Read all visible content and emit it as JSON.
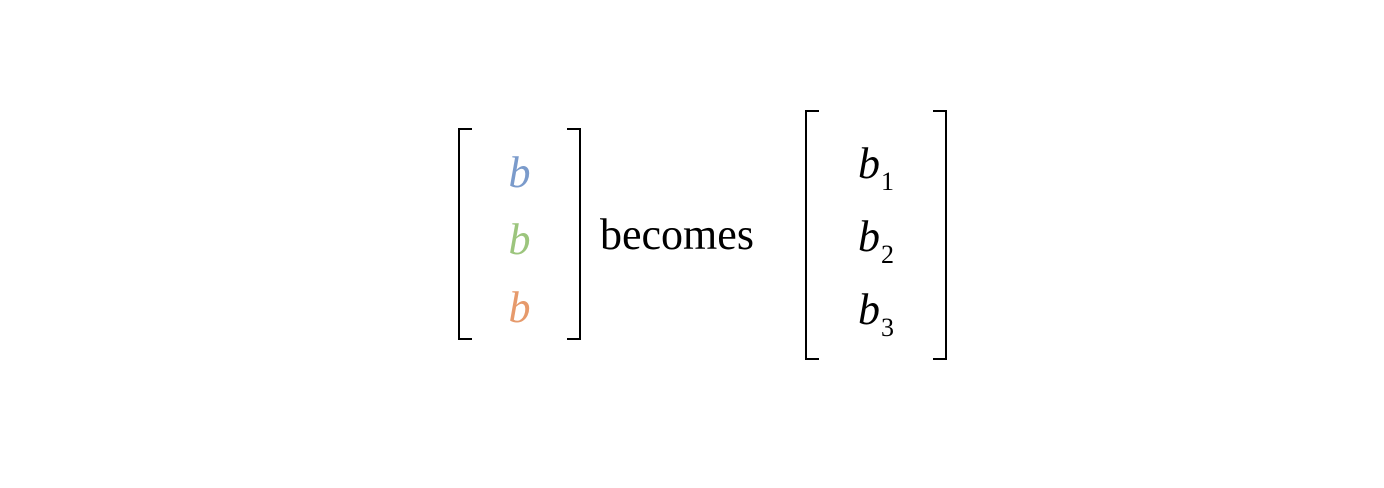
{
  "left_matrix": {
    "entries": [
      {
        "symbol": "b",
        "color": "#7b9bcb"
      },
      {
        "symbol": "b",
        "color": "#9cc57d"
      },
      {
        "symbol": "b",
        "color": "#e69a6c"
      }
    ]
  },
  "connector_text": "becomes",
  "right_matrix": {
    "entries": [
      {
        "symbol": "b",
        "subscript": "1",
        "color": "#000000"
      },
      {
        "symbol": "b",
        "subscript": "2",
        "color": "#000000"
      },
      {
        "symbol": "b",
        "subscript": "3",
        "color": "#000000"
      }
    ]
  }
}
